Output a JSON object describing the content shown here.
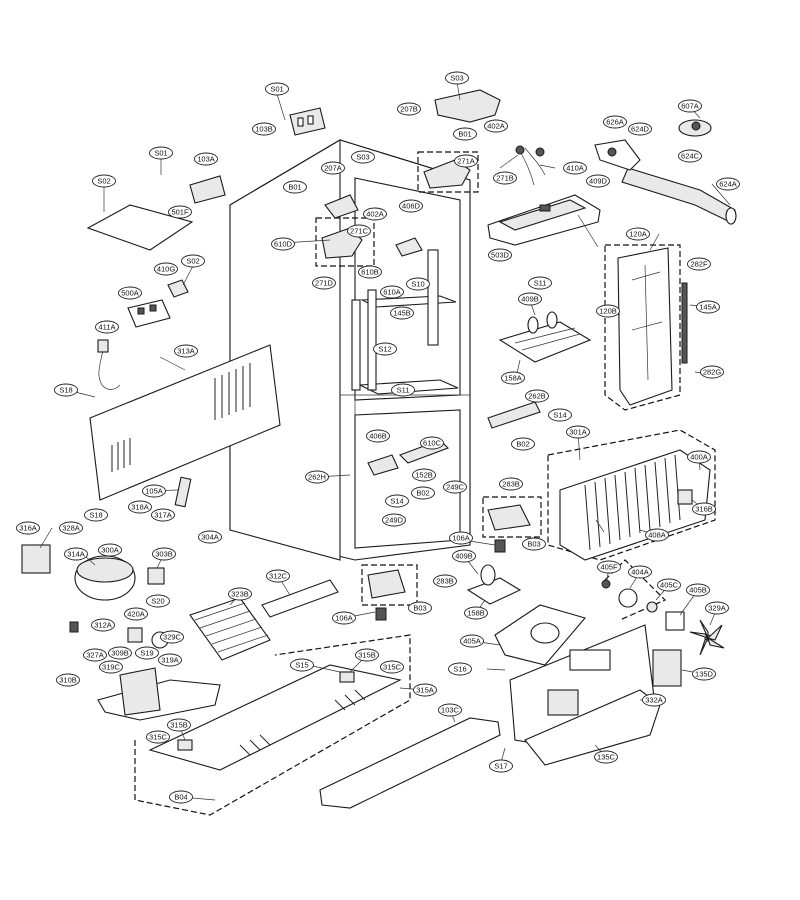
{
  "callouts": [
    {
      "id": "s01a",
      "text": "S01"
    },
    {
      "id": "s03a",
      "text": "S03"
    },
    {
      "id": "b01a",
      "text": "B01"
    },
    {
      "id": "b01b",
      "text": "B01"
    },
    {
      "id": "s01b",
      "text": "S01"
    },
    {
      "id": "s03b",
      "text": "S03"
    },
    {
      "id": "s02a",
      "text": "S02"
    },
    {
      "id": "s02b",
      "text": "S02"
    },
    {
      "id": "s10",
      "text": "S10"
    },
    {
      "id": "s11a",
      "text": "S11"
    },
    {
      "id": "s11b",
      "text": "S11"
    },
    {
      "id": "s12",
      "text": "S12"
    },
    {
      "id": "s14a",
      "text": "S14"
    },
    {
      "id": "s14b",
      "text": "S14"
    },
    {
      "id": "s15",
      "text": "S15"
    },
    {
      "id": "s16",
      "text": "S16"
    },
    {
      "id": "s17",
      "text": "S17"
    },
    {
      "id": "s18a",
      "text": "S18"
    },
    {
      "id": "s18b",
      "text": "S18"
    },
    {
      "id": "s19",
      "text": "S19"
    },
    {
      "id": "s20",
      "text": "S20"
    },
    {
      "id": "b02a",
      "text": "B02"
    },
    {
      "id": "b02b",
      "text": "B02"
    },
    {
      "id": "b03a",
      "text": "B03"
    },
    {
      "id": "b03b",
      "text": "B03"
    },
    {
      "id": "b04",
      "text": "B04"
    },
    {
      "id": "p103B",
      "text": "103B"
    },
    {
      "id": "p207B",
      "text": "207B"
    },
    {
      "id": "p402Aa",
      "text": "402A"
    },
    {
      "id": "p607A",
      "text": "607A"
    },
    {
      "id": "p626A",
      "text": "626A"
    },
    {
      "id": "p624D",
      "text": "624D"
    },
    {
      "id": "p103A",
      "text": "103A"
    },
    {
      "id": "p207A",
      "text": "207A"
    },
    {
      "id": "p271A",
      "text": "271A"
    },
    {
      "id": "p410A",
      "text": "410A"
    },
    {
      "id": "p271B",
      "text": "271B"
    },
    {
      "id": "p409D",
      "text": "409D"
    },
    {
      "id": "p624C",
      "text": "624C"
    },
    {
      "id": "p624A",
      "text": "624A"
    },
    {
      "id": "p501F",
      "text": "501F"
    },
    {
      "id": "p402Ab",
      "text": "402A"
    },
    {
      "id": "p406D",
      "text": "406D"
    },
    {
      "id": "p271C",
      "text": "271C"
    },
    {
      "id": "p610D",
      "text": "610D"
    },
    {
      "id": "p503D",
      "text": "503D"
    },
    {
      "id": "p120A",
      "text": "120A"
    },
    {
      "id": "p410G",
      "text": "410G"
    },
    {
      "id": "p610B",
      "text": "610B"
    },
    {
      "id": "p271D",
      "text": "271D"
    },
    {
      "id": "p610A",
      "text": "610A"
    },
    {
      "id": "p282F",
      "text": "282F"
    },
    {
      "id": "p500A",
      "text": "500A"
    },
    {
      "id": "p409Ba",
      "text": "409B"
    },
    {
      "id": "p120B",
      "text": "120B"
    },
    {
      "id": "p145A",
      "text": "145A"
    },
    {
      "id": "p145B",
      "text": "145B"
    },
    {
      "id": "p411A",
      "text": "411A"
    },
    {
      "id": "p313A",
      "text": "313A"
    },
    {
      "id": "p158Aa",
      "text": "158A"
    },
    {
      "id": "p282G",
      "text": "282G"
    },
    {
      "id": "p262B",
      "text": "262B"
    },
    {
      "id": "p406B",
      "text": "406B"
    },
    {
      "id": "p610C",
      "text": "610C"
    },
    {
      "id": "p301A",
      "text": "301A"
    },
    {
      "id": "p400A",
      "text": "400A"
    },
    {
      "id": "p262H",
      "text": "262H"
    },
    {
      "id": "p152B",
      "text": "152B"
    },
    {
      "id": "p249C",
      "text": "249C"
    },
    {
      "id": "p283Ba",
      "text": "283B"
    },
    {
      "id": "p105A",
      "text": "105A"
    },
    {
      "id": "p316B",
      "text": "316B"
    },
    {
      "id": "p318A",
      "text": "318A"
    },
    {
      "id": "p317A",
      "text": "317A"
    },
    {
      "id": "p249D",
      "text": "249D"
    },
    {
      "id": "p316A",
      "text": "316A"
    },
    {
      "id": "p328A",
      "text": "328A"
    },
    {
      "id": "p304A",
      "text": "304A"
    },
    {
      "id": "p408A",
      "text": "408A"
    },
    {
      "id": "p314A",
      "text": "314A"
    },
    {
      "id": "p300A",
      "text": "300A"
    },
    {
      "id": "p106Aa",
      "text": "106A"
    },
    {
      "id": "p303B",
      "text": "303B"
    },
    {
      "id": "p409Bb",
      "text": "409B"
    },
    {
      "id": "p312C",
      "text": "312C"
    },
    {
      "id": "p283Bb",
      "text": "283B"
    },
    {
      "id": "p405F",
      "text": "405F"
    },
    {
      "id": "p404A",
      "text": "404A"
    },
    {
      "id": "p323B",
      "text": "323B"
    },
    {
      "id": "p405C",
      "text": "405C"
    },
    {
      "id": "p405B",
      "text": "405B"
    },
    {
      "id": "p158Ab",
      "text": "158B"
    },
    {
      "id": "p312A",
      "text": "312A"
    },
    {
      "id": "p420A",
      "text": "420A"
    },
    {
      "id": "p106Ab",
      "text": "106A"
    },
    {
      "id": "p329A",
      "text": "329A"
    },
    {
      "id": "p329C",
      "text": "329C"
    },
    {
      "id": "p405A",
      "text": "405A"
    },
    {
      "id": "p327A",
      "text": "327A"
    },
    {
      "id": "p309B",
      "text": "309B"
    },
    {
      "id": "p315B1",
      "text": "315B"
    },
    {
      "id": "p319C",
      "text": "319C"
    },
    {
      "id": "p319A",
      "text": "319A"
    },
    {
      "id": "p315C1",
      "text": "315C"
    },
    {
      "id": "p135D",
      "text": "135D"
    },
    {
      "id": "p310B",
      "text": "310B"
    },
    {
      "id": "p315A",
      "text": "315A"
    },
    {
      "id": "p332A",
      "text": "332A"
    },
    {
      "id": "p103C",
      "text": "103C"
    },
    {
      "id": "p315B2",
      "text": "315B"
    },
    {
      "id": "p315C2",
      "text": "315C"
    },
    {
      "id": "p135C",
      "text": "135C"
    }
  ]
}
